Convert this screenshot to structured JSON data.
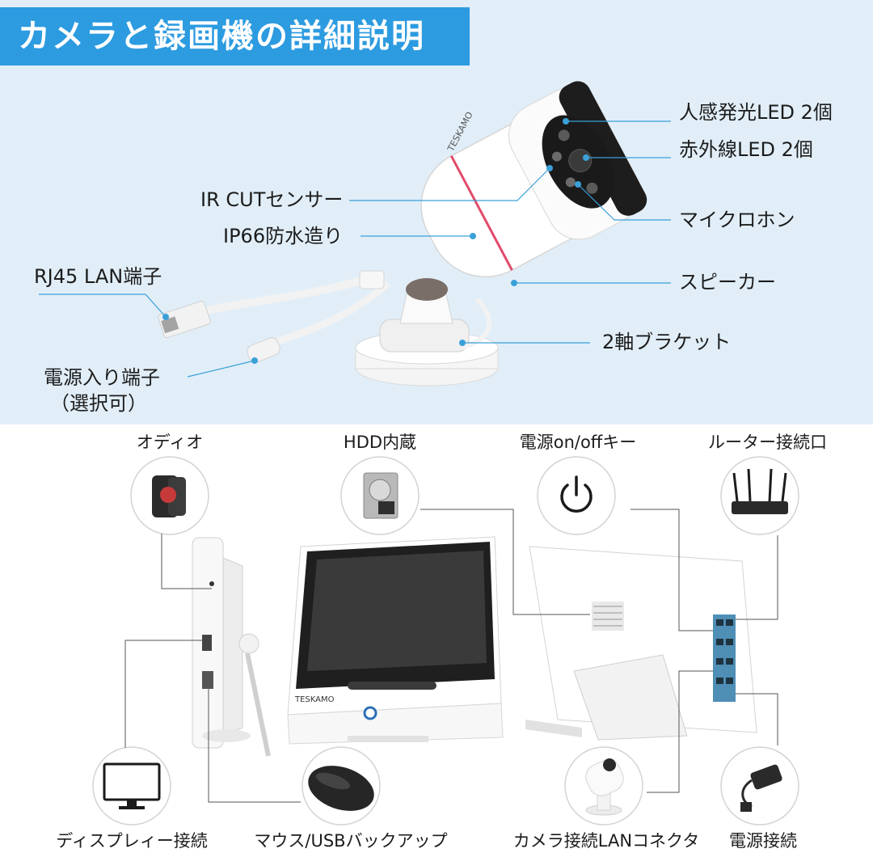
{
  "title": "カメラと録画機の詳細説明",
  "camera_labels": {
    "pir_led": "人感発光LED 2個",
    "ir_led": "赤外線LED 2個",
    "ir_cut": "IR CUTセンサー",
    "microphone": "マイクロホン",
    "ip66": "IP66防水造り",
    "rj45": "RJ45 LAN端子",
    "speaker": "スピーカー",
    "bracket": "2軸ブラケット",
    "power_port_line1": "電源入り端子",
    "power_port_line2": "（選択可）"
  },
  "nvr_labels": {
    "audio": "オディオ",
    "hdd": "HDD内蔵",
    "power_key": "電源on/offキー",
    "router": "ルーター接続口",
    "display": "ディスプレィー接続",
    "mouse_usb": "マウス/USBバックアップ",
    "camera_lan": "カメラ接続LANコネクタ",
    "power_connect": "電源接続"
  },
  "brand_text": "TESKAMO",
  "colors": {
    "banner": "#2c9be0",
    "top_background": "#e1eef8",
    "callout_line": "#3aa0d8"
  }
}
